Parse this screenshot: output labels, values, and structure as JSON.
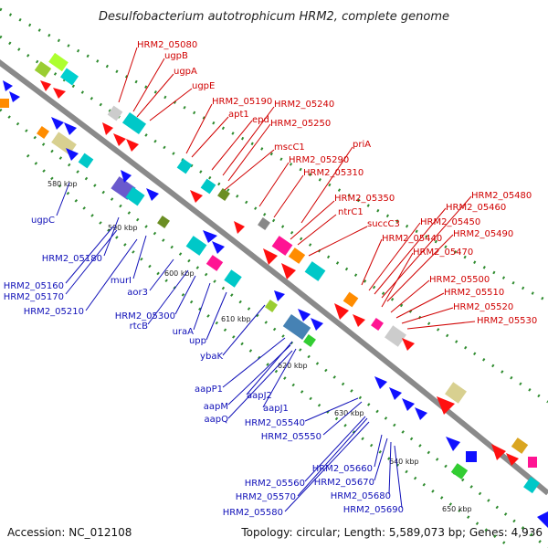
{
  "title": "Desulfobacterium autotrophicum HRM2, complete genome",
  "footer": {
    "accession": "Accession: NC_012108",
    "topology": "Topology: circular; Length: 5,589,073 bp; Genes: 4,936"
  },
  "kbp_ticks": [
    "580 kbp",
    "590 kbp",
    "600 kbp",
    "610 kbp",
    "620 kbp",
    "630 kbp",
    "640 kbp",
    "650 kbp"
  ],
  "labels_top": [
    "HRM2_05080",
    "ugpB",
    "ugpA",
    "ugpE",
    "HRM2_05190",
    "apt1",
    "epd",
    "HRM2_05240",
    "HRM2_05250",
    "mscC1",
    "HRM2_05290",
    "priA",
    "HRM2_05310",
    "HRM2_05350",
    "ntrC1",
    "succC3",
    "HRM2_05440",
    "HRM2_05450",
    "HRM2_05460",
    "HRM2_05480",
    "HRM2_05490",
    "HRM2_05470",
    "HRM2_05500",
    "HRM2_05510",
    "HRM2_05520",
    "HRM2_05530"
  ],
  "labels_bottom": [
    "ugpC",
    "HRM2_05180",
    "HRM2_05160",
    "HRM2_05170",
    "murI",
    "HRM2_05210",
    "aor3",
    "HRM2_05300",
    "rtcB",
    "uraA",
    "upp",
    "ybaK",
    "aapP1",
    "aapJ2",
    "aapM",
    "aapJ1",
    "aapQ",
    "HRM2_05540",
    "HRM2_05550",
    "HRM2_05660",
    "HRM2_05670",
    "HRM2_05560",
    "HRM2_05570",
    "HRM2_05680",
    "HRM2_05580",
    "HRM2_05690"
  ],
  "colors": {
    "top_label": "#d00000",
    "bottom_label": "#1010b8",
    "backbone": "#8a8a8a",
    "dots": "#2e8b2e"
  }
}
